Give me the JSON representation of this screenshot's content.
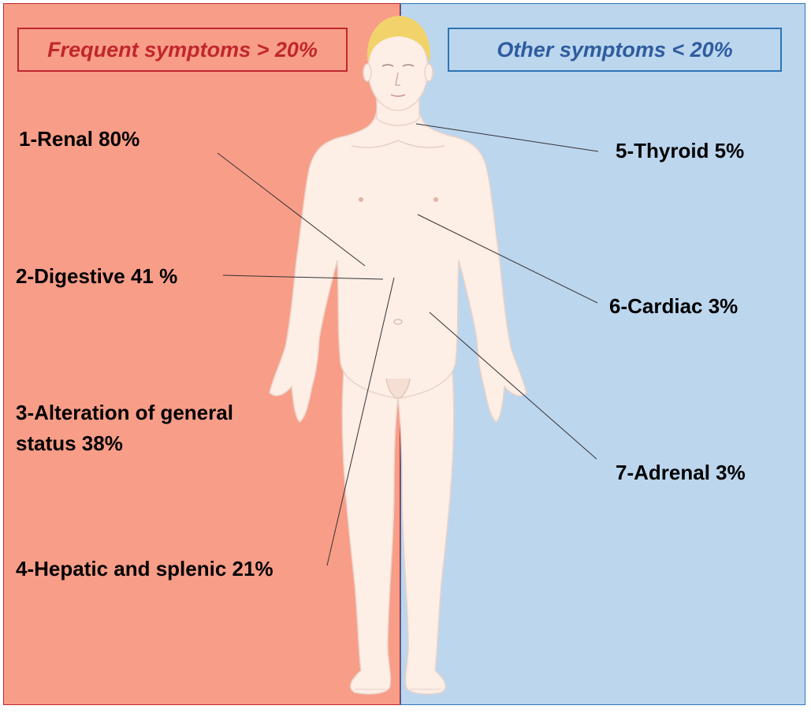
{
  "colors": {
    "left_panel_bg": "#f89d88",
    "left_panel_border": "#c0272d",
    "left_header_text": "#c0272d",
    "right_panel_bg": "#bcd6ee",
    "right_panel_border": "#2e75b6",
    "right_header_text": "#2e5c9e",
    "skin": "#fdeee6",
    "skin_outline": "#ead3c7",
    "hair": "#f2d36b"
  },
  "headers": {
    "frequent": "Frequent symptoms > 20%",
    "other": "Other symptoms < 20%"
  },
  "labels": {
    "renal": "1-Renal 80%",
    "digestive": "2-Digestive 41 %",
    "general_status": "3-Alteration of general status 38%",
    "hepatic": "4-Hepatic and splenic 21%",
    "thyroid": "5-Thyroid 5%",
    "cardiac": "6-Cardiac 3%",
    "adrenal": "7-Adrenal 3%"
  }
}
